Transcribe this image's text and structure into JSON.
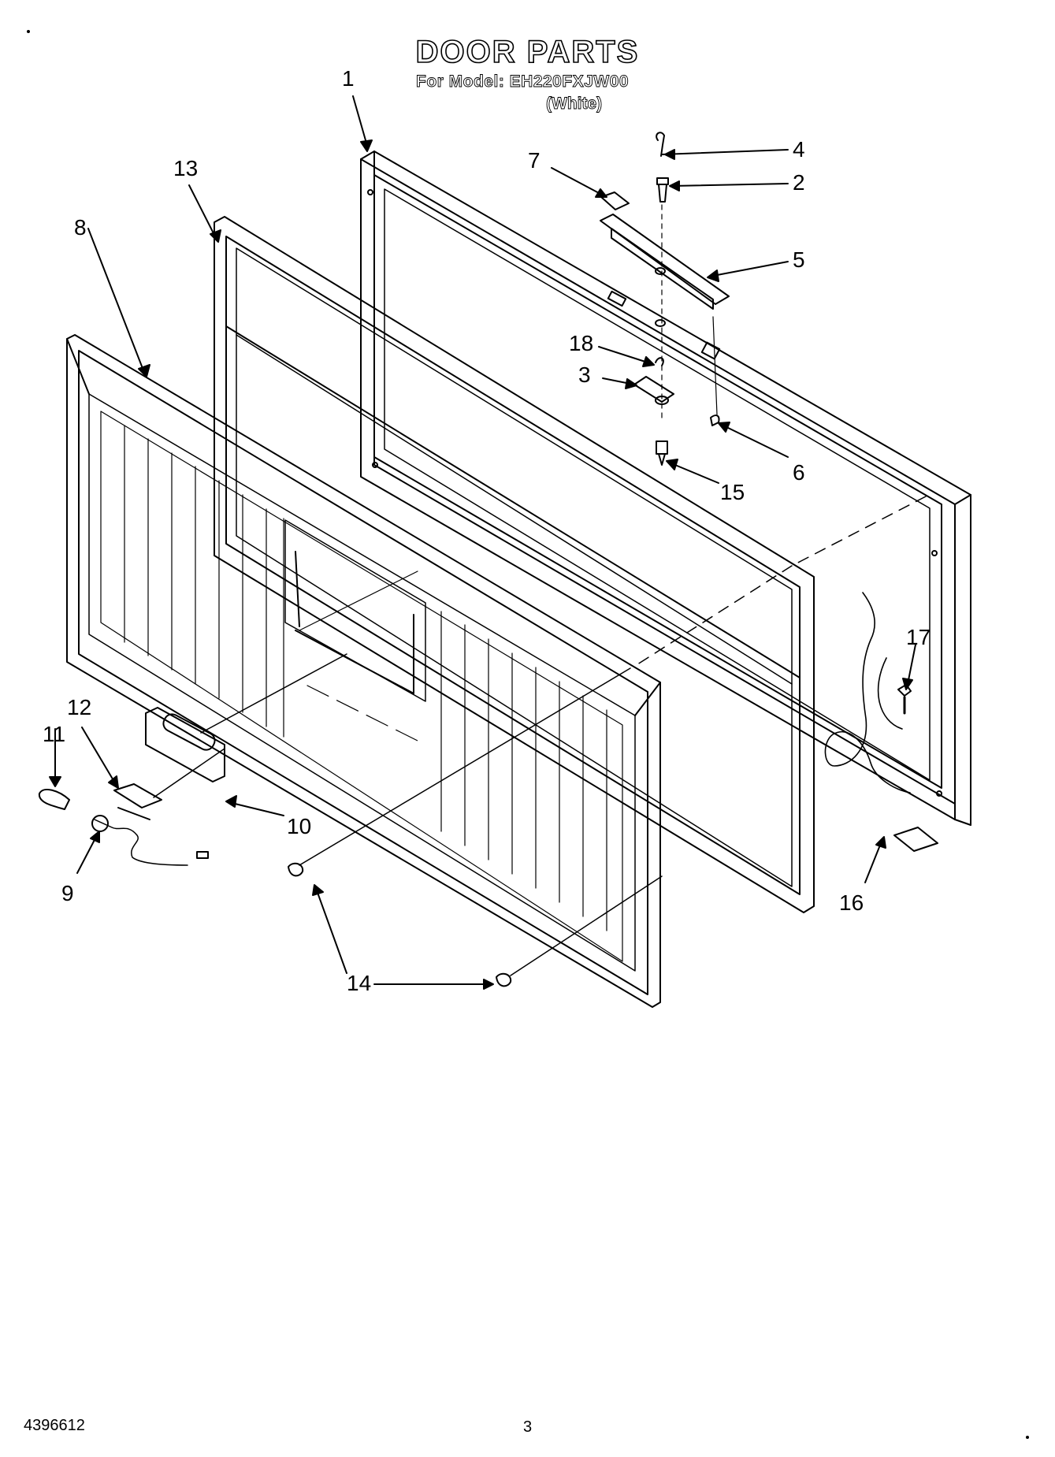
{
  "header": {
    "title": "DOOR PARTS",
    "model_line": "For Model: EH220FXJW00",
    "color_line": "(White)"
  },
  "callouts": {
    "c1": "1",
    "c2": "2",
    "c3": "3",
    "c4": "4",
    "c5": "5",
    "c6": "6",
    "c7": "7",
    "c8": "8",
    "c9": "9",
    "c10": "10",
    "c11": "11",
    "c12": "12",
    "c13": "13",
    "c14": "14",
    "c15": "15",
    "c16": "16",
    "c17": "17",
    "c18": "18"
  },
  "footer": {
    "doc_number": "4396612",
    "page_number": "3"
  }
}
